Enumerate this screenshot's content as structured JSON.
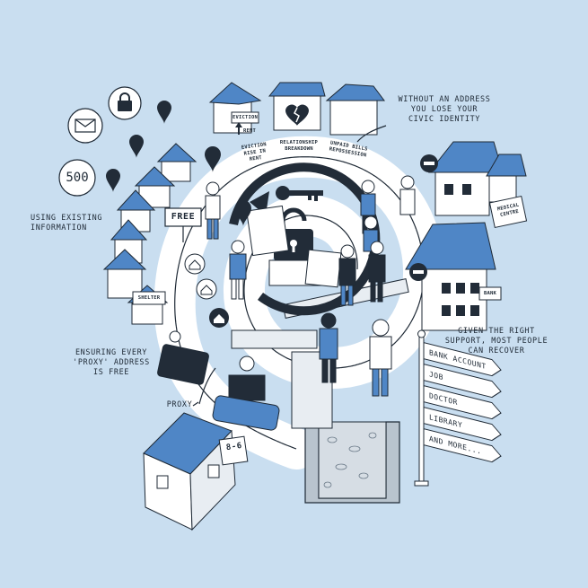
{
  "labels": {
    "civic": [
      "WITHOUT AN ADDRESS",
      "YOU LOSE YOUR",
      "CIVIC IDENTITY"
    ],
    "existing": [
      "USING EXISTING",
      "INFORMATION"
    ],
    "proxy_free": [
      "ENSURING EVERY",
      "'PROXY' ADDRESS",
      "IS FREE"
    ],
    "proxy": "PROXY",
    "recover": [
      "GIVEN THE RIGHT",
      "SUPPORT, MOST PEOPLE",
      "CAN RECOVER"
    ]
  },
  "bubbles": {
    "count": "500"
  },
  "houses": {
    "eviction": "EVICTION",
    "rent": "RENT",
    "free": "FREE",
    "shelter": "SHELTER",
    "medical": [
      "MEDICAL",
      "CENTRE"
    ],
    "bank": "BANK",
    "proxy_number": "8-6"
  },
  "path_labels": {
    "eviction_rise": [
      "EVICTION",
      "RISE IN",
      "RENT"
    ],
    "relationship": [
      "RELATIONSHIP",
      "BREAKDOWN"
    ],
    "unpaid": [
      "UNPAID BILLS",
      "REPOSSESSION"
    ]
  },
  "signpost": [
    "BANK ACCOUNT",
    "JOB",
    "DOCTOR",
    "LIBRARY",
    "AND MORE..."
  ],
  "colors": {
    "background": "#c9def0",
    "ink": "#1f2a36",
    "blue": "#4f86c6",
    "dark": "#222c38"
  }
}
